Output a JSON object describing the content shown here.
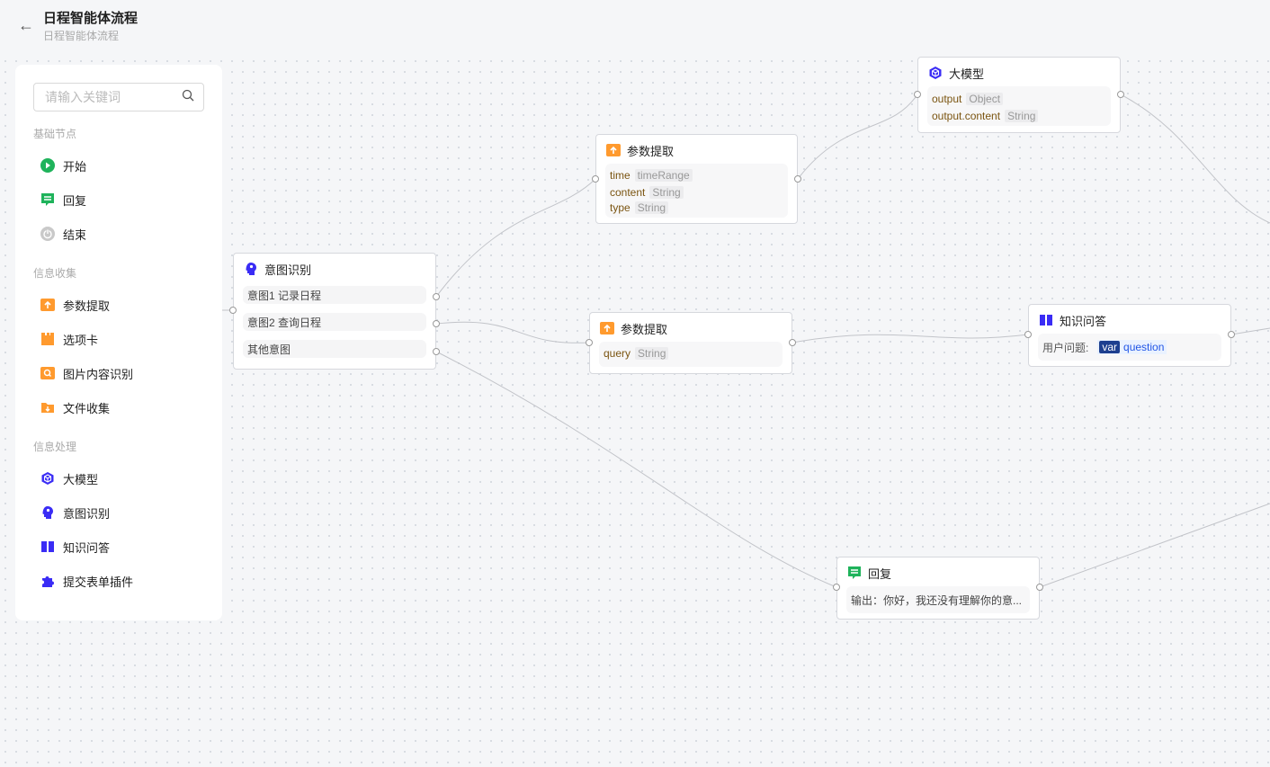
{
  "header": {
    "title": "日程智能体流程",
    "subtitle": "日程智能体流程"
  },
  "sidebar": {
    "search_placeholder": "请输入关键词",
    "groups": [
      {
        "label": "基础节点",
        "items": [
          {
            "label": "开始"
          },
          {
            "label": "回复"
          },
          {
            "label": "结束"
          }
        ]
      },
      {
        "label": "信息收集",
        "items": [
          {
            "label": "参数提取"
          },
          {
            "label": "选项卡"
          },
          {
            "label": "图片内容识别"
          },
          {
            "label": "文件收集"
          }
        ]
      },
      {
        "label": "信息处理",
        "items": [
          {
            "label": "大模型"
          },
          {
            "label": "意图识别"
          },
          {
            "label": "知识问答"
          },
          {
            "label": "提交表单插件"
          }
        ]
      }
    ]
  },
  "nodes": {
    "intent": {
      "title": "意图识别",
      "intents": [
        "意图1 记录日程",
        "意图2 查询日程",
        "其他意图"
      ]
    },
    "param1": {
      "title": "参数提取",
      "params": [
        {
          "k": "time",
          "t": "timeRange"
        },
        {
          "k": "content",
          "t": "String"
        },
        {
          "k": "type",
          "t": "String"
        }
      ]
    },
    "llm": {
      "title": "大模型",
      "params": [
        {
          "k": "output",
          "t": "Object"
        },
        {
          "k": "output.content",
          "t": "String"
        }
      ]
    },
    "param2": {
      "title": "参数提取",
      "params": [
        {
          "k": "query",
          "t": "String"
        }
      ]
    },
    "kb": {
      "title": "知识问答",
      "label": "用户问题:",
      "var_tag": "var",
      "var_name": "question"
    },
    "reply": {
      "title": "回复",
      "output": "输出：你好，我还没有理解你的意..."
    }
  },
  "colors": {
    "green": "#1fb35b",
    "orange": "#ff9a2e",
    "blue": "#3a2cf5"
  }
}
